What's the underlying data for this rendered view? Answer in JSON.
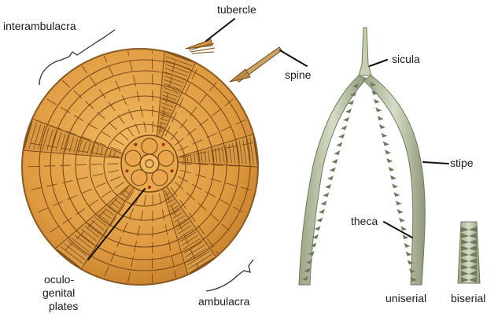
{
  "labels": {
    "interambulacra": "interambulacra",
    "tubercle": "tubercle",
    "spine": "spine",
    "sicula": "sicula",
    "stipe": "stipe",
    "theca": "theca",
    "uniserial": "uniserial",
    "biserial": "biserial",
    "oculo_genital_line1": "oculo-",
    "oculo_genital_line2": "genital",
    "oculo_genital_line3": "plates",
    "ambulacra": "ambulacra"
  },
  "colors": {
    "test_fill": "#e4a04a",
    "test_edge": "#8a5a20",
    "plate_line": "#7a4a18",
    "ambulacra_band": "#d99842",
    "graptolite_fill": "#b9c2a4",
    "graptolite_dark": "#6e7a5c"
  }
}
